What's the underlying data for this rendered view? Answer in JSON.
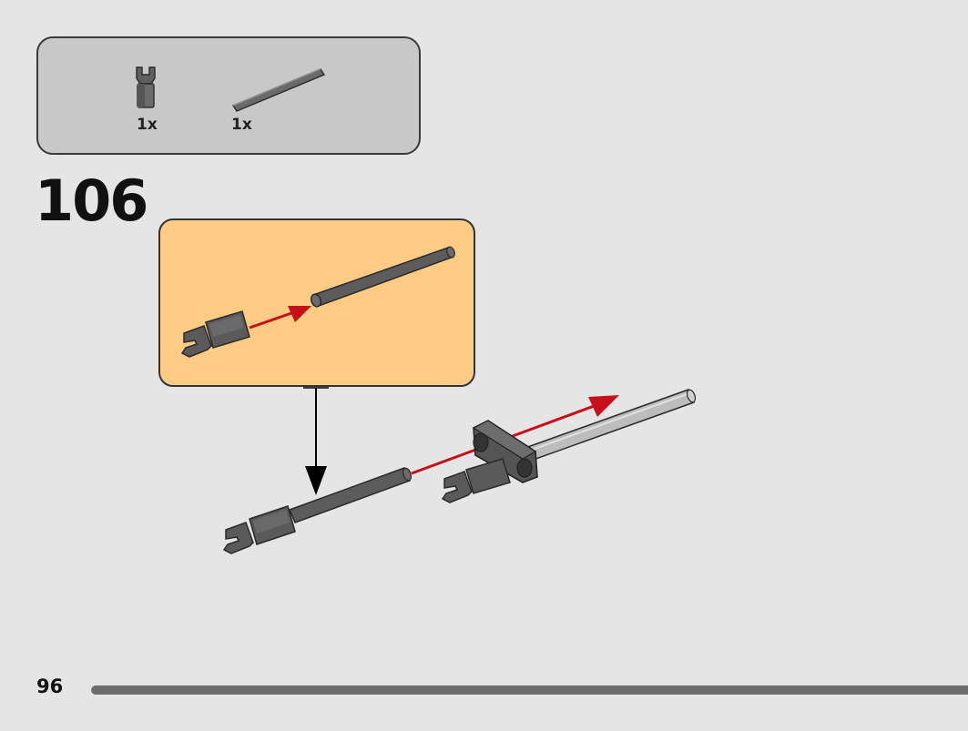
{
  "parts_list": {
    "items": [
      {
        "part": "clip-piece",
        "count": "1x"
      },
      {
        "part": "axle-rod",
        "count": "1x"
      }
    ]
  },
  "step": {
    "number": "106"
  },
  "footer": {
    "page_number": "96",
    "progress_fraction": 1.0
  },
  "colors": {
    "page_background": "#e5e5e5",
    "parts_box": "#c8c8c8",
    "callout_background": "#fdcb84",
    "arrow_red": "#c8101a",
    "part_dark_gray": "#5a5a5a",
    "part_light_gray": "#bdbdbd",
    "progress_bar": "#6d6d6d"
  },
  "icons": [
    "clip-icon",
    "axle-icon",
    "red-arrow-icon",
    "down-arrow-icon"
  ]
}
